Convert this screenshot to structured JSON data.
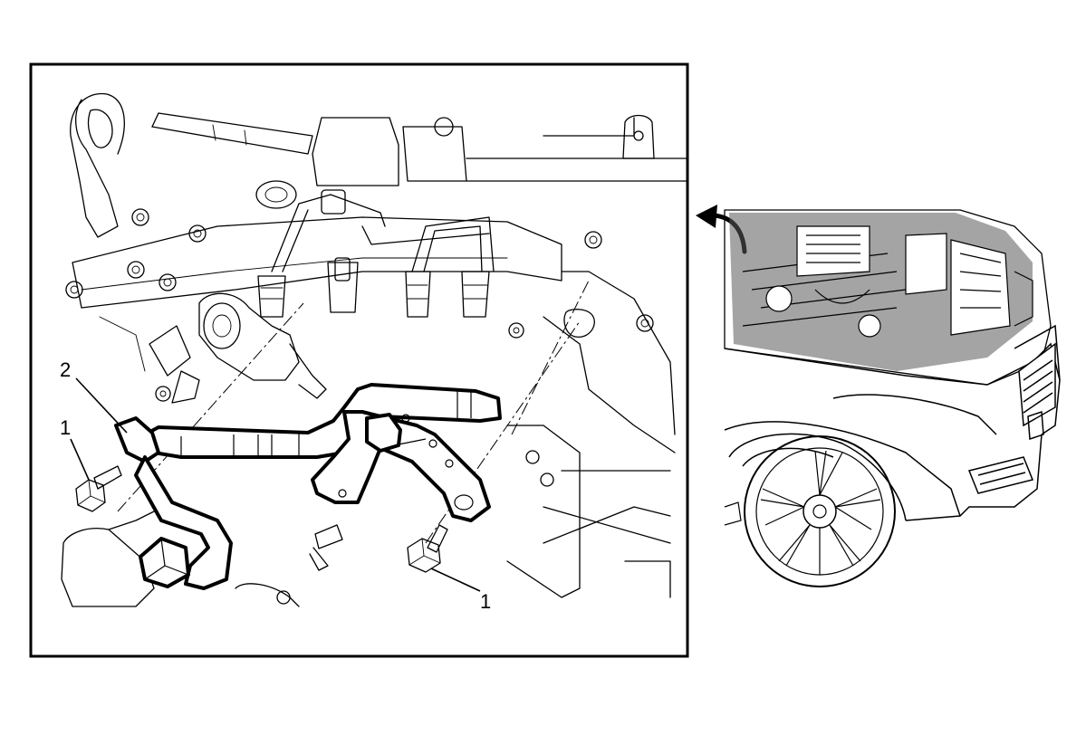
{
  "figure": {
    "callouts": {
      "bolt_left": "1",
      "pipe": "2",
      "bolt_right": "1"
    },
    "colors": {
      "line": "#000000",
      "background": "#ffffff"
    },
    "icons": {
      "arrow": "curved-arrow-icon"
    }
  }
}
